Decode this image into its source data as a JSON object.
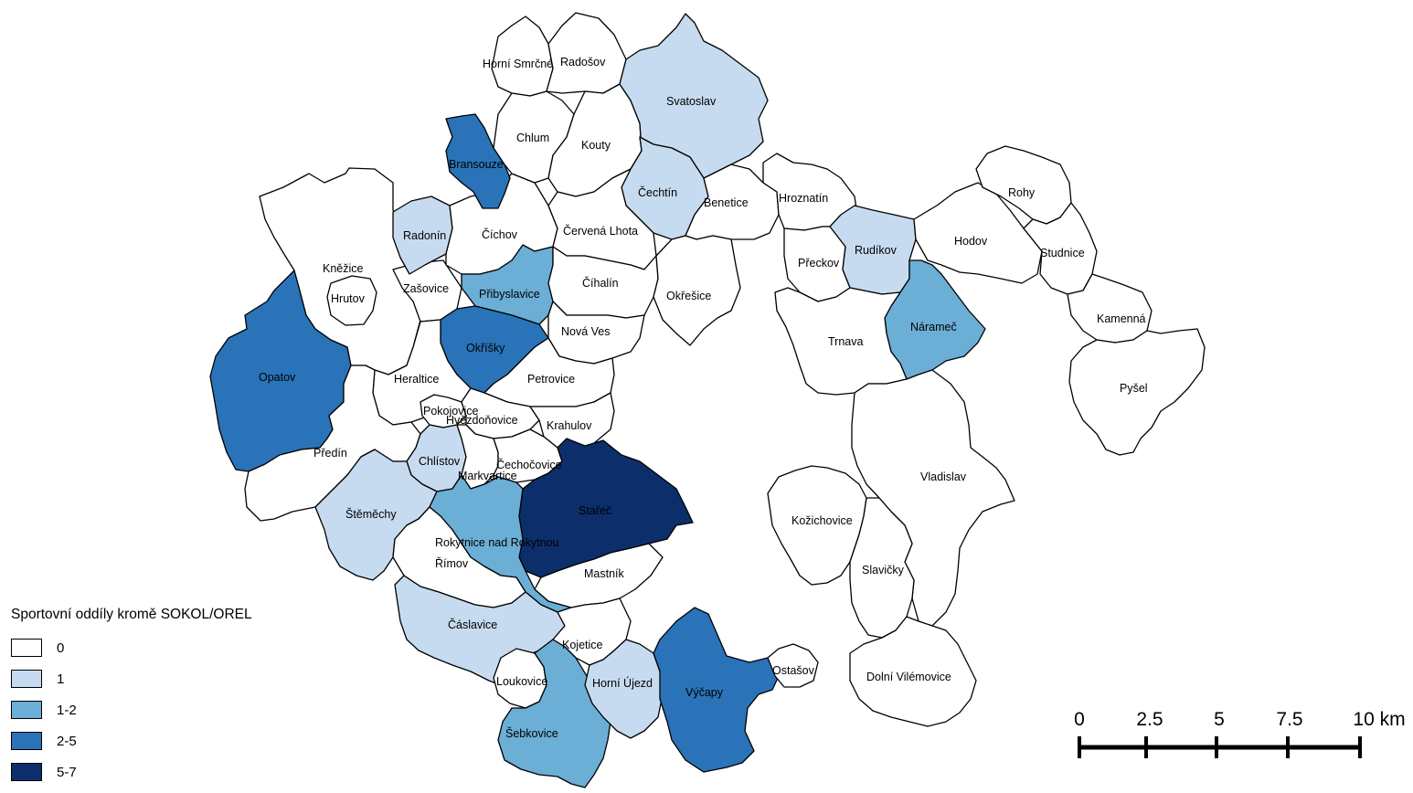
{
  "legend": {
    "title": "Sportovní oddíly kromě SOKOL/OREL",
    "classes": [
      {
        "label": "0",
        "color": "#ffffff"
      },
      {
        "label": "1",
        "color": "#c6dbef"
      },
      {
        "label": "1-2",
        "color": "#6baed6"
      },
      {
        "label": "2-5",
        "color": "#2a73b8"
      },
      {
        "label": "5-7",
        "color": "#0c2f6b"
      }
    ]
  },
  "scale_bar": {
    "ticks": [
      "0",
      "2.5",
      "5",
      "7.5",
      "10 km"
    ]
  },
  "municipalities": [
    {
      "name": "Horní Smrčné",
      "cls": 0
    },
    {
      "name": "Radošov",
      "cls": 0
    },
    {
      "name": "Svatoslav",
      "cls": 1
    },
    {
      "name": "Chlum",
      "cls": 0
    },
    {
      "name": "Kouty",
      "cls": 0
    },
    {
      "name": "Bransouze",
      "cls": 3
    },
    {
      "name": "Čechtín",
      "cls": 1
    },
    {
      "name": "Benetice",
      "cls": 0
    },
    {
      "name": "Hroznatín",
      "cls": 0
    },
    {
      "name": "Rohy",
      "cls": 0
    },
    {
      "name": "Radonín",
      "cls": 1
    },
    {
      "name": "Číchov",
      "cls": 0
    },
    {
      "name": "Červená Lhota",
      "cls": 0
    },
    {
      "name": "Hodov",
      "cls": 0
    },
    {
      "name": "Studnice",
      "cls": 0
    },
    {
      "name": "Rudíkov",
      "cls": 1
    },
    {
      "name": "Přeckov",
      "cls": 0
    },
    {
      "name": "Kněžice",
      "cls": 0
    },
    {
      "name": "Hrutov",
      "cls": 0
    },
    {
      "name": "Zašovice",
      "cls": 0
    },
    {
      "name": "Přibyslavice",
      "cls": 2
    },
    {
      "name": "Číhalín",
      "cls": 0
    },
    {
      "name": "Okřešice",
      "cls": 0
    },
    {
      "name": "Kamenná",
      "cls": 0
    },
    {
      "name": "Nárameč",
      "cls": 2
    },
    {
      "name": "Nová Ves",
      "cls": 0
    },
    {
      "name": "Okříšky",
      "cls": 3
    },
    {
      "name": "Trnava",
      "cls": 0
    },
    {
      "name": "Opatov",
      "cls": 3
    },
    {
      "name": "Heraltice",
      "cls": 0
    },
    {
      "name": "Petrovice",
      "cls": 0
    },
    {
      "name": "Pyšel",
      "cls": 0
    },
    {
      "name": "Pokojovice",
      "cls": 0
    },
    {
      "name": "Hvězdoňovice",
      "cls": 0
    },
    {
      "name": "Krahulov",
      "cls": 0
    },
    {
      "name": "Předín",
      "cls": 0
    },
    {
      "name": "Chlístov",
      "cls": 1
    },
    {
      "name": "Čechočovice",
      "cls": 0
    },
    {
      "name": "Markvartice",
      "cls": 0
    },
    {
      "name": "Vladislav",
      "cls": 0
    },
    {
      "name": "Stařeč",
      "cls": 4
    },
    {
      "name": "Štěměchy",
      "cls": 1
    },
    {
      "name": "Kožichovice",
      "cls": 0
    },
    {
      "name": "Rokytnice nad Rokytnou",
      "cls": 2
    },
    {
      "name": "Římov",
      "cls": 0
    },
    {
      "name": "Slavičky",
      "cls": 0
    },
    {
      "name": "Mastník",
      "cls": 0
    },
    {
      "name": "Čáslavice",
      "cls": 1
    },
    {
      "name": "Kojetice",
      "cls": 0
    },
    {
      "name": "Ostašov",
      "cls": 0
    },
    {
      "name": "Dolní Vilémovice",
      "cls": 0
    },
    {
      "name": "Loukovice",
      "cls": 0
    },
    {
      "name": "Horní Újezd",
      "cls": 1
    },
    {
      "name": "Výčapy",
      "cls": 3
    },
    {
      "name": "Šebkovice",
      "cls": 2
    }
  ]
}
